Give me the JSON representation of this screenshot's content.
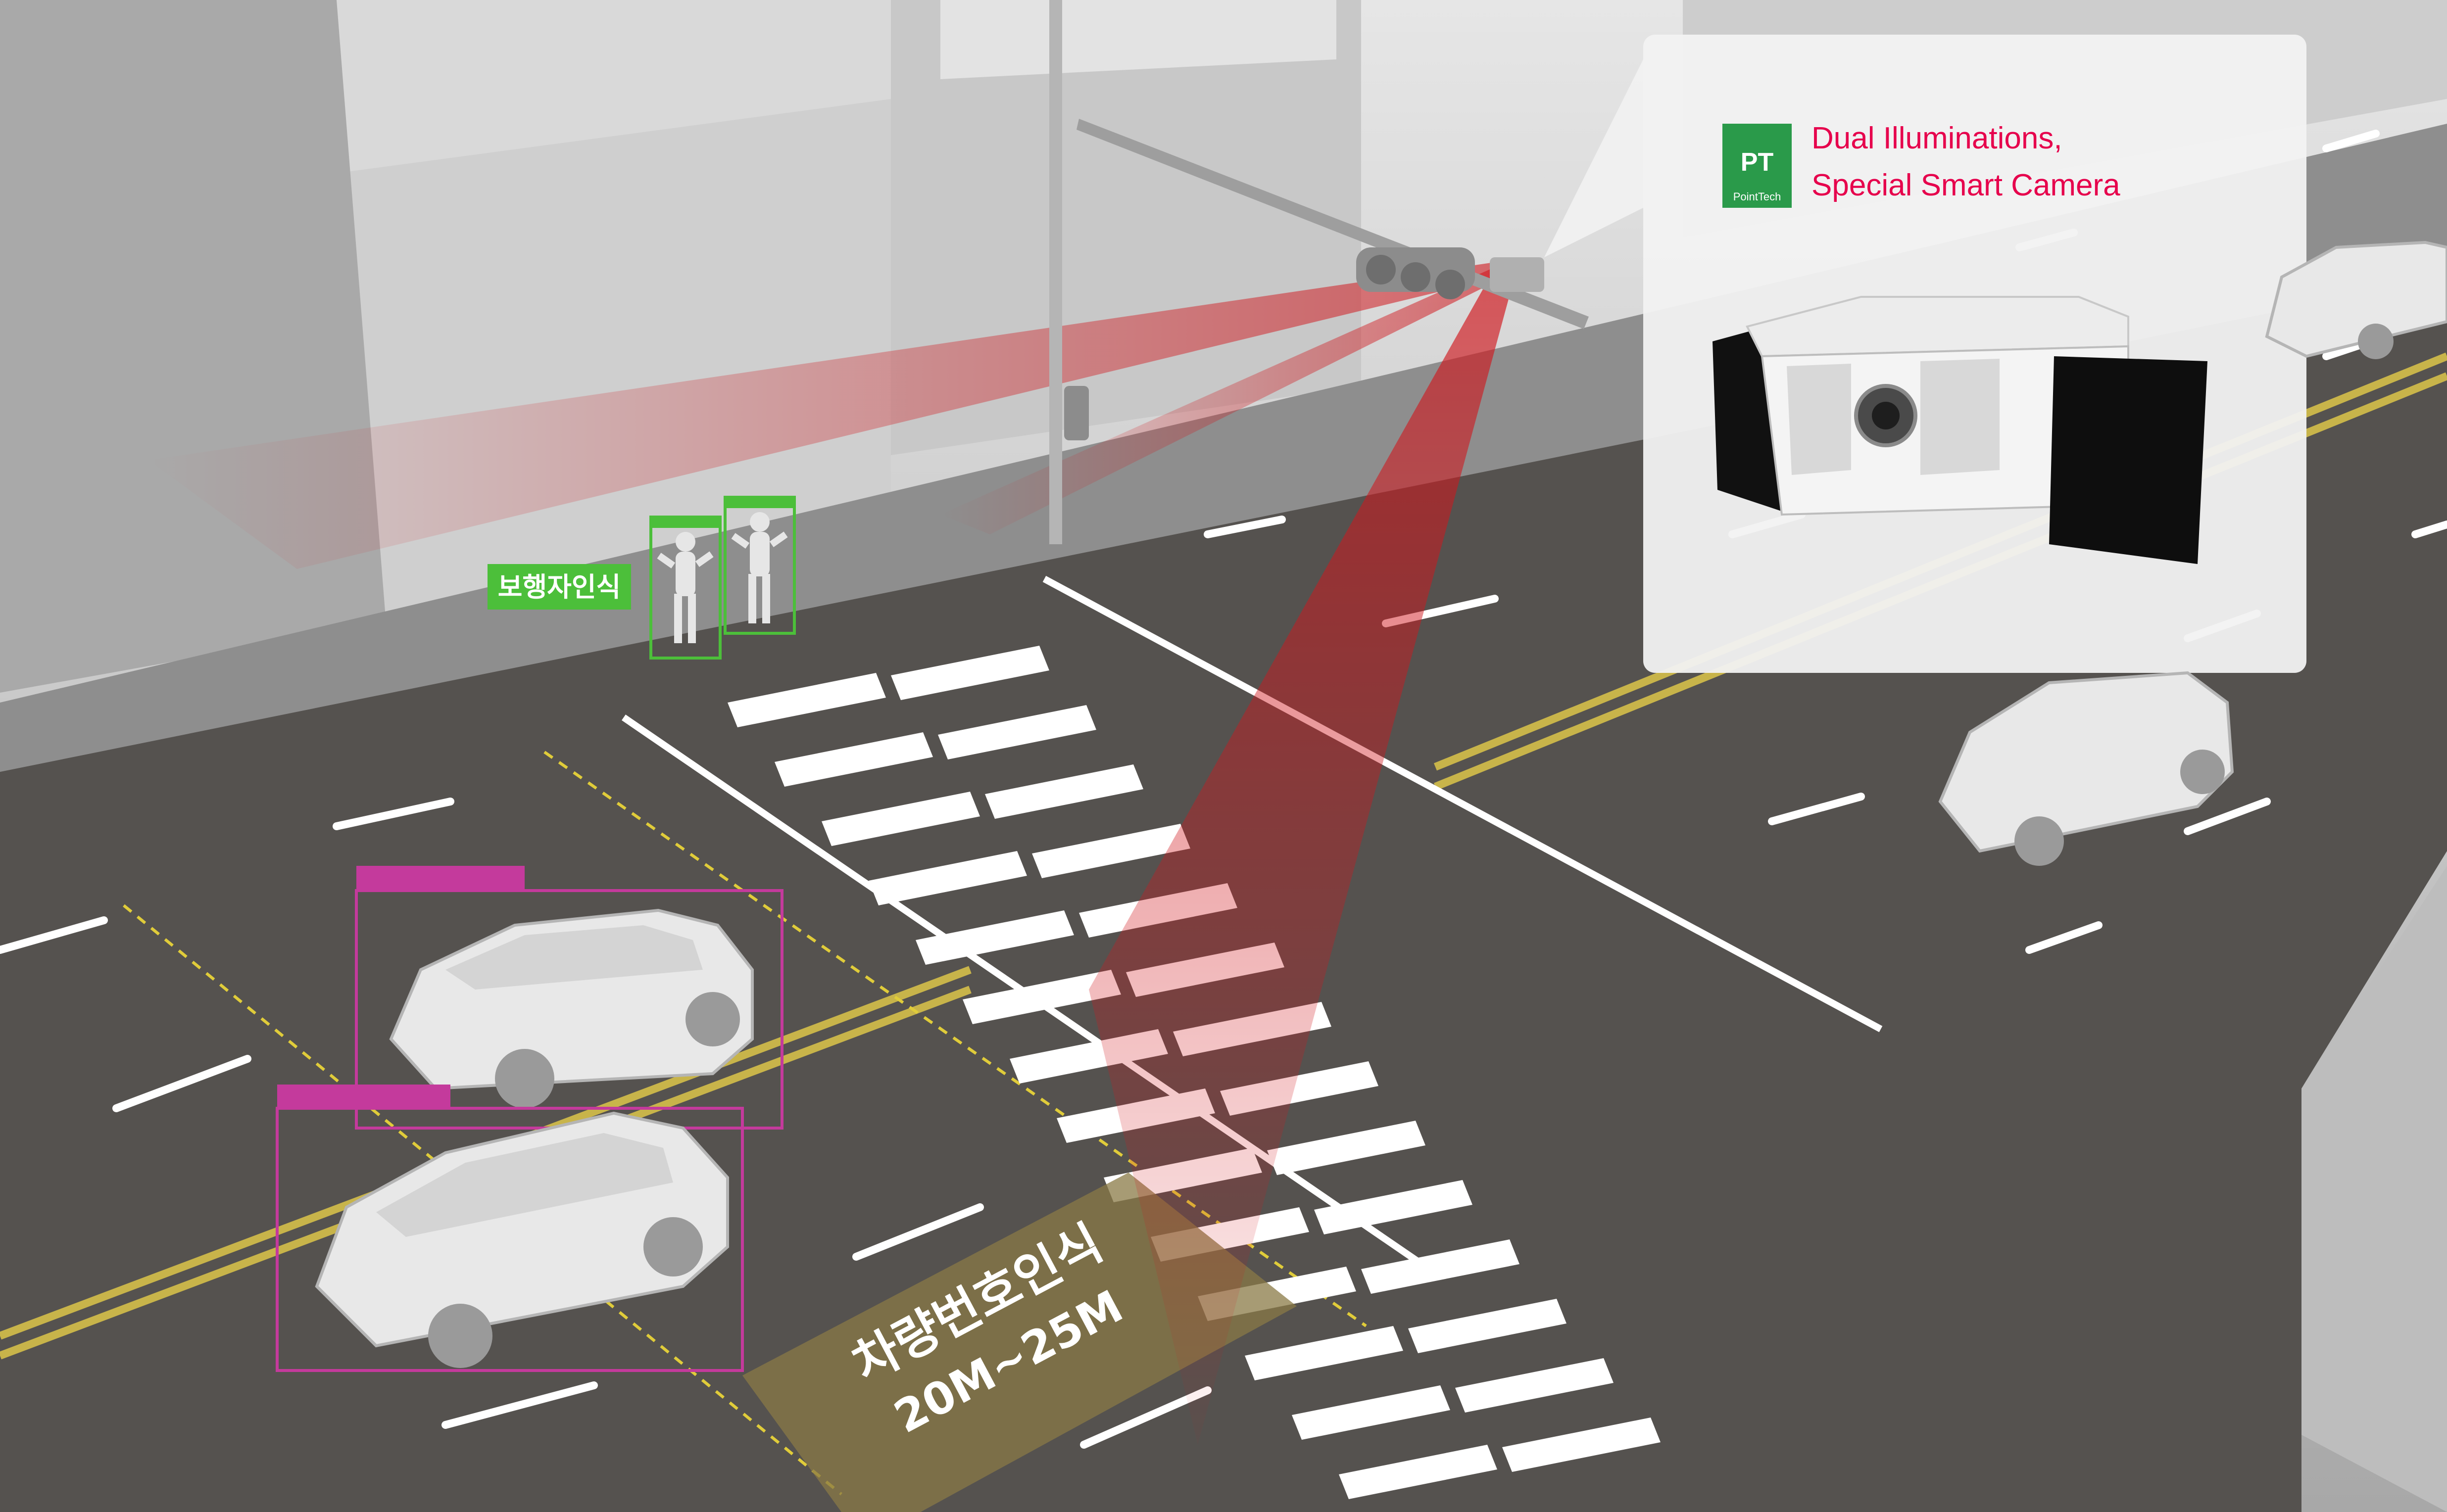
{
  "callout": {
    "title_line1": "Dual Illuminations,",
    "title_line2": "Special Smart Camera",
    "title_color": "#e6004c",
    "logo_text": "PointTech"
  },
  "labels": {
    "pedestrian_recognition": "보행자인식",
    "plate_recognition": "차량번호인식",
    "plate_range": "20M~25M",
    "pedestrian_tag_1": "",
    "pedestrian_tag_2": "",
    "vehicle_tag_1": "",
    "vehicle_tag_2": ""
  },
  "colors": {
    "road": "#55524f",
    "sidewalk": "#8e8e8e",
    "building": "#d9d9d9",
    "lane_yellow": "#c8b44a",
    "lane_white": "#ffffff",
    "detect_green": "#4cbf3a",
    "detect_magenta": "#c43a9c",
    "laser_red": "#d0161c",
    "zone_tint": "#8a7a45"
  },
  "icons": {
    "traffic_light": "traffic-light-icon",
    "camera": "camera-icon",
    "pedestrian": "pedestrian-icon",
    "vehicle": "vehicle-icon"
  }
}
